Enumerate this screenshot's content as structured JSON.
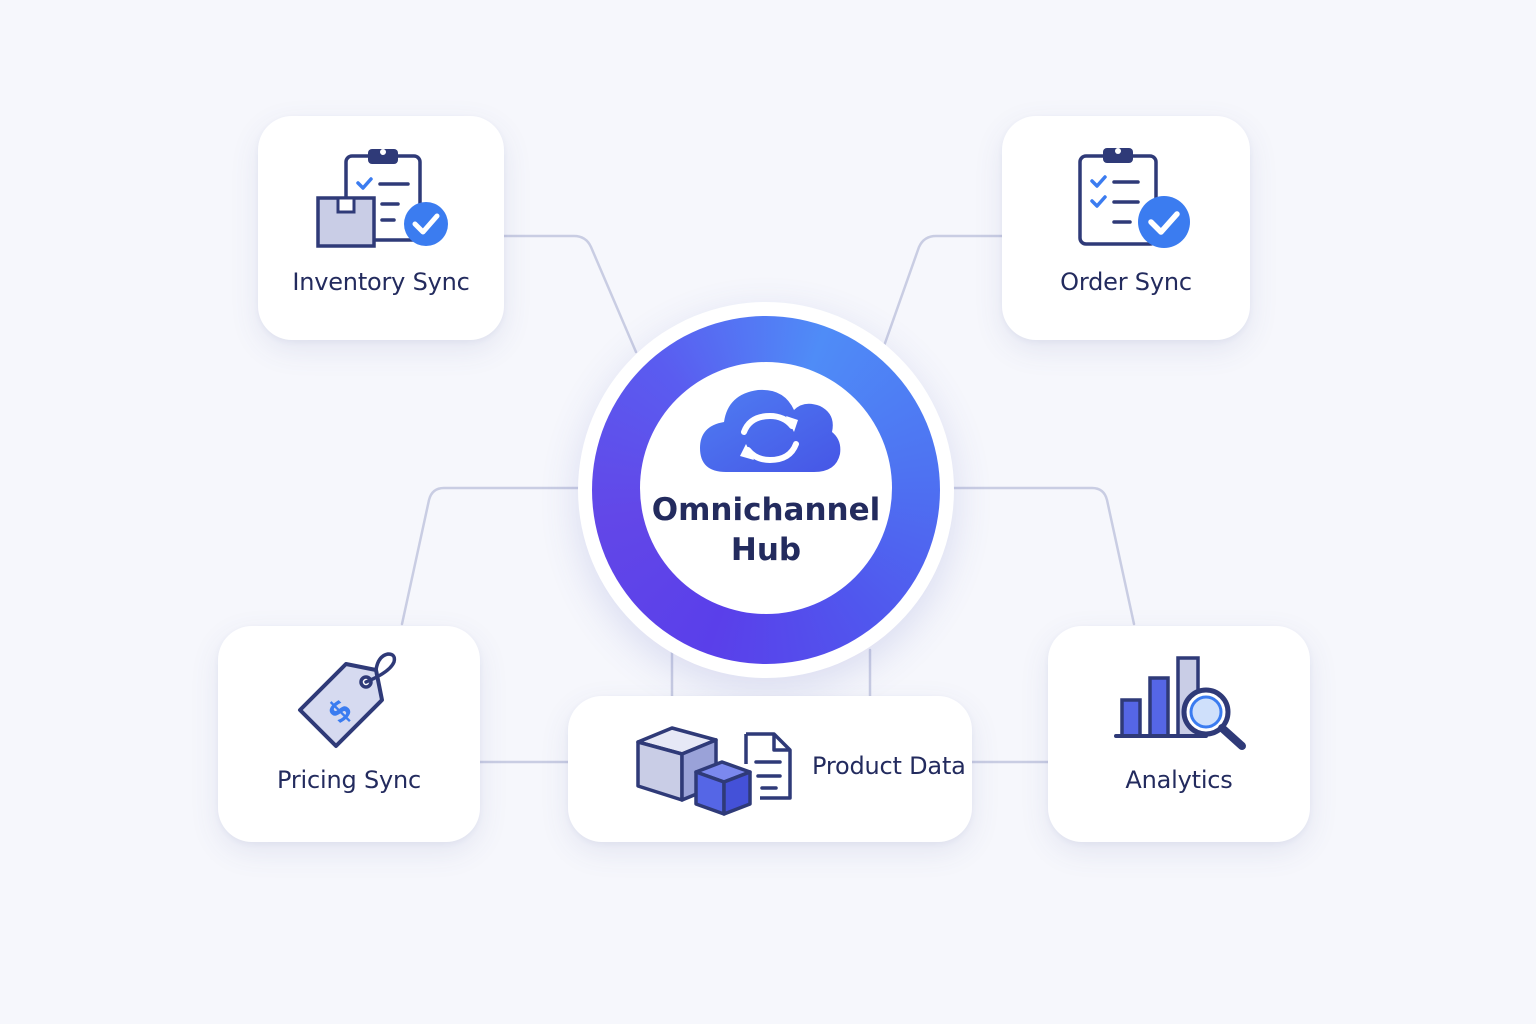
{
  "hub": {
    "line1": "Omnichannel",
    "line2": "Hub",
    "icon": "cloud-sync-icon"
  },
  "nodes": {
    "inventory": {
      "label": "Inventory Sync",
      "icon": "clipboard-box-check-icon"
    },
    "order": {
      "label": "Order Sync",
      "icon": "clipboard-check-icon"
    },
    "pricing": {
      "label": "Pricing Sync",
      "icon": "price-tag-icon"
    },
    "product": {
      "label": "Product Data",
      "icon": "cubes-document-icon"
    },
    "analytics": {
      "label": "Analytics",
      "icon": "bar-chart-magnifier-icon"
    }
  },
  "colors": {
    "background": "#f6f7fc",
    "text": "#232b5e",
    "icon_outline": "#2f3a78",
    "accent_blue": "#3b7cf0",
    "accent_purple": "#5b4cea",
    "connector": "#c9cde3"
  }
}
